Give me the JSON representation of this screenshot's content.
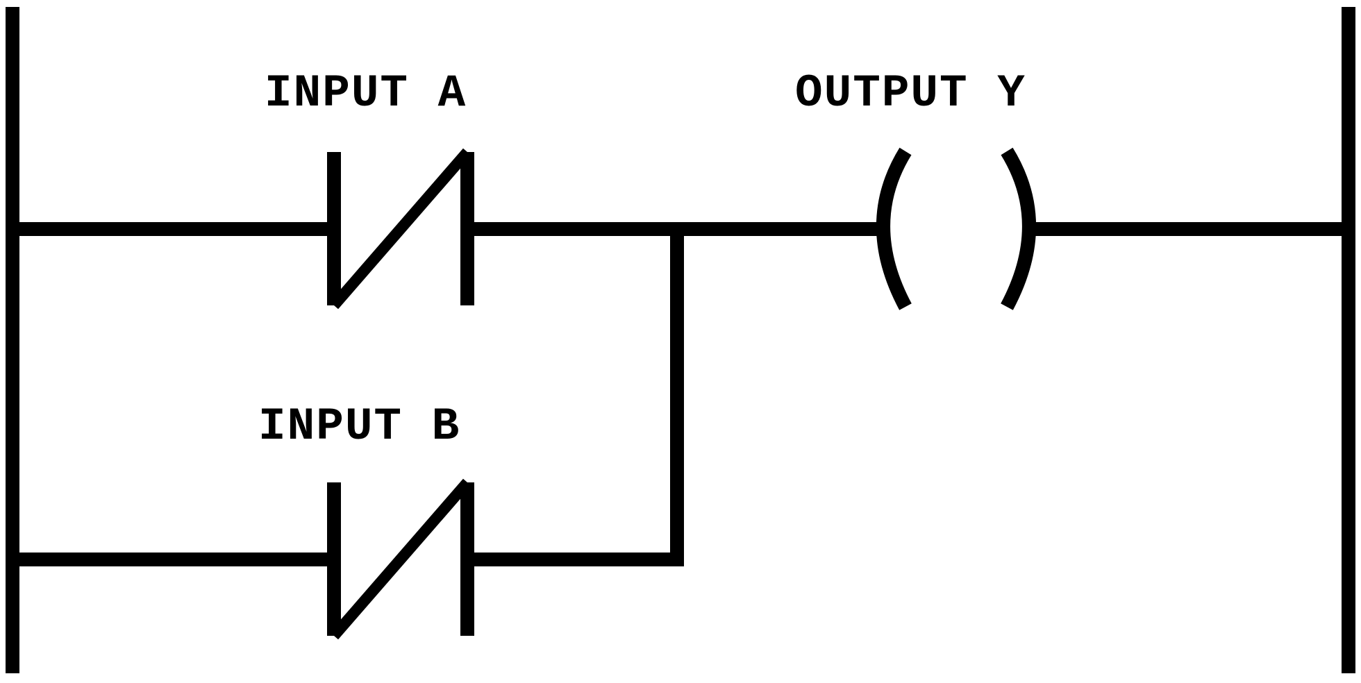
{
  "diagram": {
    "type": "ladder-logic",
    "labels": {
      "input_a": "INPUT A",
      "output_y": "OUTPUT Y",
      "input_b": "INPUT B"
    },
    "elements": [
      {
        "id": "input-a",
        "kind": "normally-closed-contact",
        "label": "INPUT A",
        "rung": 1
      },
      {
        "id": "output-y",
        "kind": "output-coil",
        "label": "OUTPUT Y",
        "rung": 1
      },
      {
        "id": "input-b",
        "kind": "normally-closed-contact",
        "label": "INPUT B",
        "rung": 2,
        "parallel_with": "input-a"
      }
    ],
    "colors": {
      "line": "#000000",
      "background": "#ffffff"
    }
  }
}
